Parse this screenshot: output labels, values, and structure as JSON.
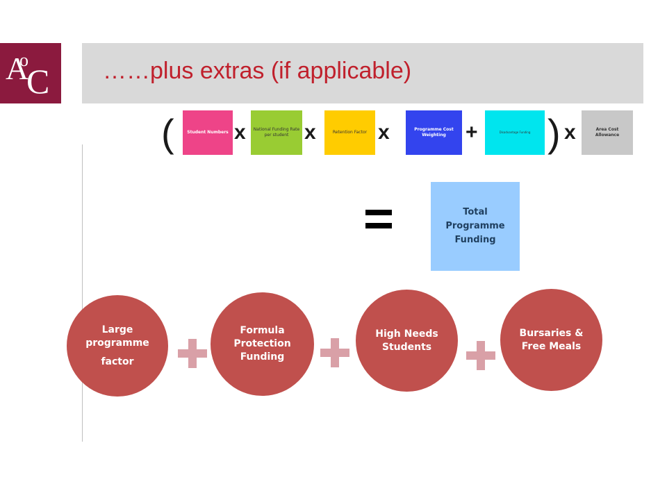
{
  "logo": {
    "a": "A",
    "o": "o",
    "c": "C"
  },
  "title": "……plus extras (if applicable)",
  "formula": {
    "open_paren": "(",
    "close_paren": ")",
    "ops": [
      "x",
      "x",
      "x",
      "+",
      "x"
    ],
    "boxes": [
      {
        "label": "Student Numbers",
        "color": "#ee4488"
      },
      {
        "label": "National Funding Rate per student",
        "color": "#99cc33"
      },
      {
        "label": "Retention Factor",
        "color": "#ffcc00"
      },
      {
        "label": "Programme Cost Weighting",
        "color": "#3344ee"
      },
      {
        "label": "Disadvantage Funding",
        "color": "#00e5ee"
      },
      {
        "label": "Area Cost Allowance",
        "color": "#c8c8c8"
      }
    ],
    "equals": "=",
    "total": "Total Programme Funding",
    "total_color": "#99ccff"
  },
  "extras": {
    "items": [
      {
        "line1": "Large",
        "line2": "programme",
        "line3": "factor"
      },
      {
        "label": "Formula Protection Funding"
      },
      {
        "label": "High Needs Students"
      },
      {
        "label": "Bursaries & Free Meals"
      }
    ],
    "circle_color": "#c0504d",
    "plus_color": "#d9a0a7"
  }
}
